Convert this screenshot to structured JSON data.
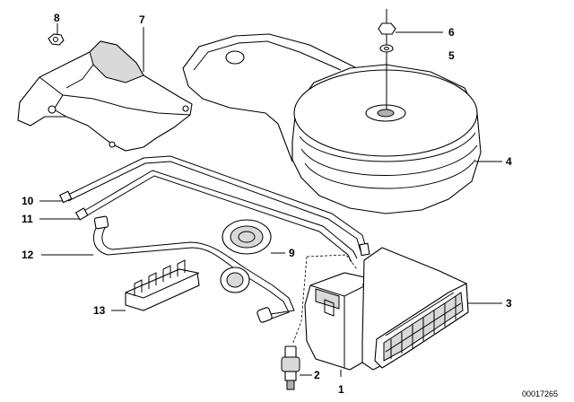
{
  "callouts": [
    {
      "id": "1",
      "label": "1",
      "part": "charcoal canister"
    },
    {
      "id": "2",
      "label": "2",
      "part": "valve"
    },
    {
      "id": "3",
      "label": "3",
      "part": "canister filter"
    },
    {
      "id": "4",
      "label": "4",
      "part": "air filter housing"
    },
    {
      "id": "5",
      "label": "5",
      "part": "washer"
    },
    {
      "id": "6",
      "label": "6",
      "part": "nut"
    },
    {
      "id": "7",
      "label": "7",
      "part": "heat shield"
    },
    {
      "id": "8",
      "label": "8",
      "part": "nut"
    },
    {
      "id": "9",
      "label": "9",
      "part": "grommet"
    },
    {
      "id": "10",
      "label": "10",
      "part": "vent line"
    },
    {
      "id": "11",
      "label": "11",
      "part": "vent line"
    },
    {
      "id": "12",
      "label": "12",
      "part": "hose"
    },
    {
      "id": "13",
      "label": "13",
      "part": "clip holder"
    }
  ],
  "document_id": "00017265"
}
